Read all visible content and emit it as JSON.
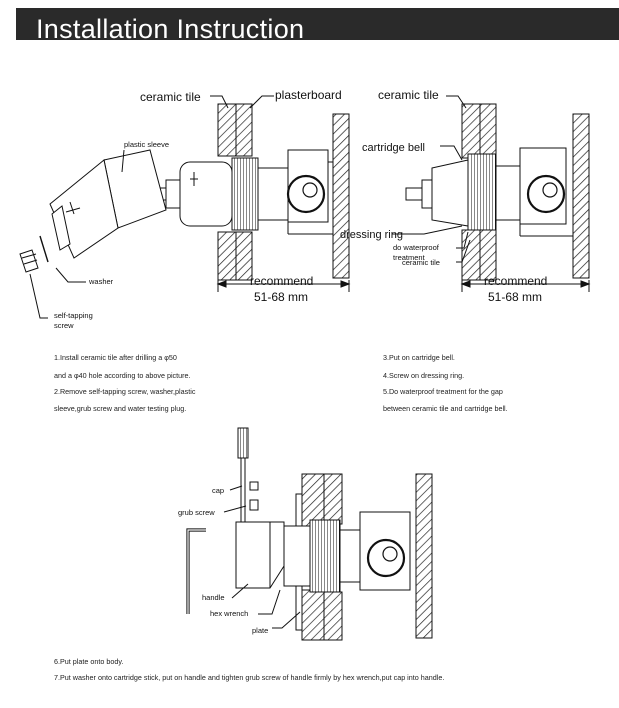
{
  "header": {
    "title": "Installation Instruction"
  },
  "diagram1": {
    "ceramic_tile": "ceramic tile",
    "plasterboard": "plasterboard",
    "plastic_sleeve": "plastic sleeve",
    "washer": "washer",
    "self_tapping_screw_1": "self-tapping",
    "self_tapping_screw_2": "screw",
    "recommend": "recommend",
    "range": "51-68 mm"
  },
  "diagram2": {
    "ceramic_tile": "ceramic tile",
    "cartridge_bell": "cartridge bell",
    "dressing_ring": "dressing ring",
    "waterproof_1": "do waterproof",
    "waterproof_2": "treatment",
    "ceramic_tile_2": "ceramic tile",
    "recommend": "recommend",
    "range": "51-68 mm"
  },
  "steps_left": [
    "1.Install ceramic tile after drilling a φ50",
    "and a φ40 hole according to above picture.",
    "2.Remove self-tapping screw, washer,plastic",
    "sleeve,grub screw and water testing plug."
  ],
  "steps_right": [
    "3.Put on cartridge bell.",
    "4.Screw on dressing ring.",
    "5.Do waterproof treatment for the gap",
    "between ceramic tile and cartridge bell."
  ],
  "diagram3": {
    "cap": "cap",
    "grub_screw": "grub screw",
    "handle": "handle",
    "hex_wrench": "hex wrench",
    "plate": "plate"
  },
  "steps_bottom": [
    "6.Put plate onto body.",
    "7.Put washer onto cartridge stick, put on handle and tighten grub screw of handle firmly by hex wrench,put cap into handle."
  ]
}
